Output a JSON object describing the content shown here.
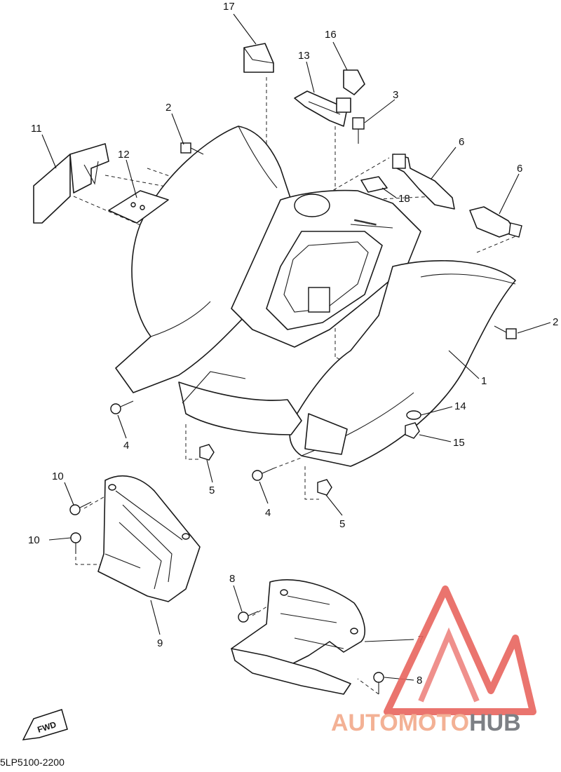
{
  "diagram_code": "5LP5100-2200",
  "fwd_label": "FWD",
  "watermark": {
    "brand_part1": "AUTOMOTO",
    "brand_part2": "HUB",
    "color_part1": "#f2a98a",
    "color_part2": "#6f7378",
    "logo_color": "#e8655f"
  },
  "callouts": {
    "c1": "1",
    "c2a": "2",
    "c2b": "2",
    "c3": "3",
    "c4a": "4",
    "c4b": "4",
    "c5a": "5",
    "c5b": "5",
    "c6a": "6",
    "c6b": "6",
    "c7": "7",
    "c8a": "8",
    "c8b": "8",
    "c9": "9",
    "c10a": "10",
    "c10b": "10",
    "c11": "11",
    "c12": "12",
    "c13": "13",
    "c14": "14",
    "c15": "15",
    "c16": "16",
    "c17": "17",
    "c18": "18"
  }
}
